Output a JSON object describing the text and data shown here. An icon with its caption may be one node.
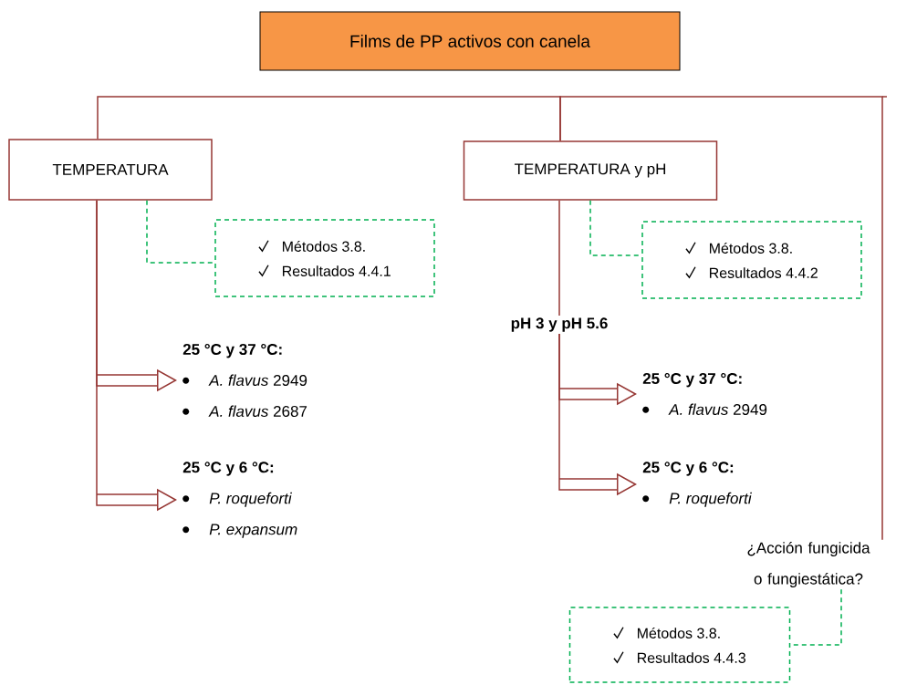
{
  "diagram": {
    "nodes": [
      {
        "text": [
          "Films de PP activos con canela"
        ]
      },
      {
        "text": [
          "TEMPERATURA"
        ]
      },
      {
        "text": [
          "TEMPERATURA y pH"
        ]
      },
      {
        "text": [
          "Métodos 3.8.",
          "Resultados 4.4.1"
        ]
      },
      {
        "text": [
          "Métodos 3.8.",
          "Resultados 4.4.2"
        ]
      },
      {
        "text": [
          "pH 3 y pH 5.6"
        ]
      },
      {
        "text": [
          "25 °C y 37 °C:",
          "*A. flavus* 2949",
          "*A. flavus* 2687"
        ]
      },
      {
        "text": [
          "25 °C y 6 °C:",
          "*P. roqueforti*",
          "*P. expansum*"
        ]
      },
      {
        "text": [
          "25 °C y 37 °C:",
          "*A. flavus* 2949"
        ]
      },
      {
        "text": [
          "25 °C y 6 °C:",
          "*P. roqueforti*"
        ]
      },
      {
        "text": [
          "¿Acción fungicida o fungiestática?"
        ]
      },
      {
        "text": [
          "Métodos 3.8.",
          "Resultados 4.4.3"
        ]
      }
    ],
    "edges": [
      {
        "from": 1,
        "to": 2,
        "arrow": "none"
      },
      {
        "from": 2,
        "to": 10,
        "arrow": "none"
      },
      {
        "from": 1,
        "to": 3,
        "arrow": "none",
        "style": "dashed",
        "color": "#00b050"
      },
      {
        "from": 1,
        "to": 6,
        "arrow": "to"
      },
      {
        "from": 1,
        "to": 7,
        "arrow": "to"
      },
      {
        "from": 2,
        "to": 4,
        "arrow": "none",
        "style": "dashed",
        "color": "#00b050"
      },
      {
        "from": 2,
        "to": 5,
        "arrow": "none"
      },
      {
        "from": 5,
        "to": 8,
        "arrow": "to"
      },
      {
        "from": 5,
        "to": 9,
        "arrow": "to"
      },
      {
        "from": 10,
        "to": 11,
        "arrow": "none",
        "style": "dashed",
        "color": "#00b050"
      }
    ]
  }
}
